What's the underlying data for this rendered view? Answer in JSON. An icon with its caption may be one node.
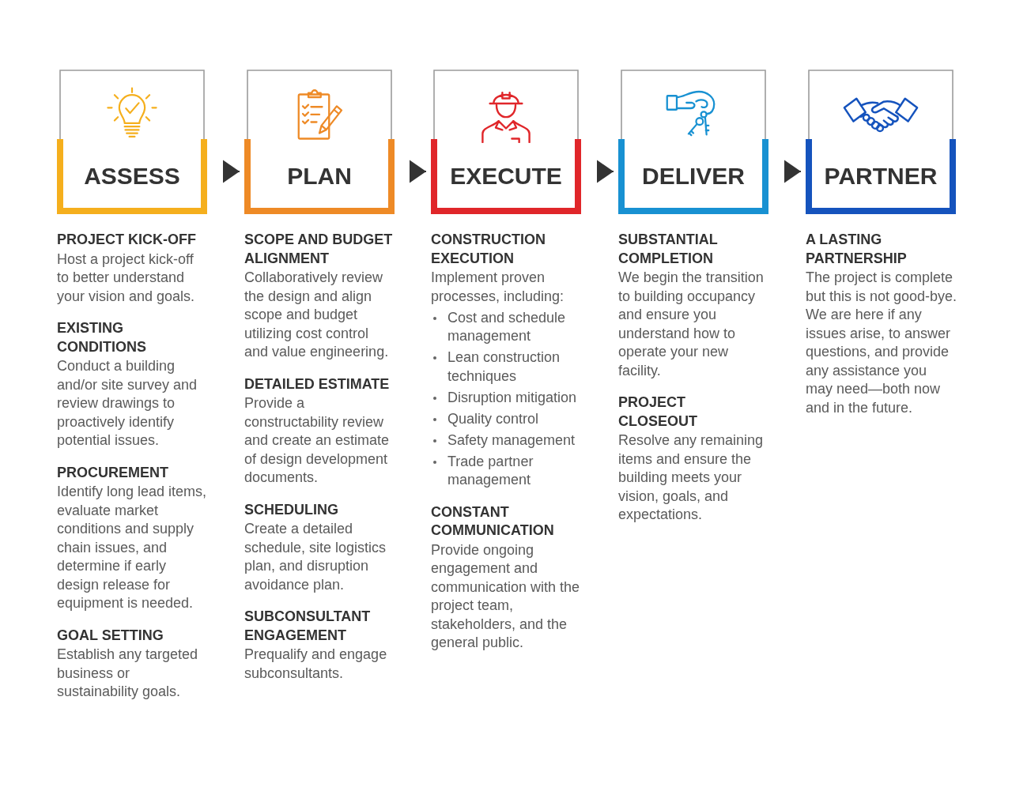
{
  "diagram": {
    "nodes": [
      {
        "text": [
          "ASSESS"
        ],
        "beside": [
          "PROJECT KICK-OFF",
          "Host a project kick-off to better understand your vision and goals.",
          "EXISTING CONDITIONS",
          "Conduct a building and/or site survey and review drawings to proactively identify potential issues.",
          "PROCUREMENT",
          "Identify long lead items, evaluate market conditions and supply chain issues, and determine if early design release for equipment is needed.",
          "GOAL SETTING",
          "Establish any targeted business or sustainability goals."
        ]
      },
      {
        "text": [
          "PLAN"
        ],
        "beside": [
          "SCOPE AND BUDGET ALIGNMENT",
          "Collaboratively review the design and align scope and budget utilizing cost control and value engineering.",
          "DETAILED ESTIMATE",
          "Provide a constructability review and create an estimate of design development documents.",
          "SCHEDULING",
          "Create a detailed schedule, site logistics plan, and disruption avoidance plan.",
          "SUBCONSULTANT ENGAGEMENT",
          "Prequalify and engage subconsultants."
        ]
      },
      {
        "text": [
          "EXECUTE"
        ],
        "beside": [
          "CONSTRUCTION EXECUTION",
          "Implement proven processes, including:",
          "Cost and schedule management",
          "Lean construction techniques",
          "Disruption mitigation",
          "Quality control",
          "Safety management",
          "Trade partner management",
          "CONSTANT COMMUNICATION",
          "Provide ongoing engagement and communication with the project team, stakeholders, and the general public."
        ]
      },
      {
        "text": [
          "DELIVER"
        ],
        "beside": [
          "SUBSTANTIAL COMPLETION",
          "We begin the transition to building occupancy and ensure you understand how to operate your new facility.",
          "PROJECT CLOSEOUT",
          "Resolve any remaining items and ensure the building meets your vision, goals, and expectations."
        ]
      },
      {
        "text": [
          "PARTNER"
        ],
        "beside": [
          "A LASTING PARTNERSHIP",
          "The project is complete but this is not good-bye. We are here if any issues arise, to answer questions, and provide any assistance you may need—both now and in the future."
        ]
      }
    ],
    "edges": [
      {
        "from": 0,
        "to": 1,
        "arrow": "to"
      },
      {
        "from": 1,
        "to": 2,
        "arrow": "to"
      },
      {
        "from": 2,
        "to": 3,
        "arrow": "to"
      },
      {
        "from": 3,
        "to": 4,
        "arrow": "to"
      }
    ]
  }
}
